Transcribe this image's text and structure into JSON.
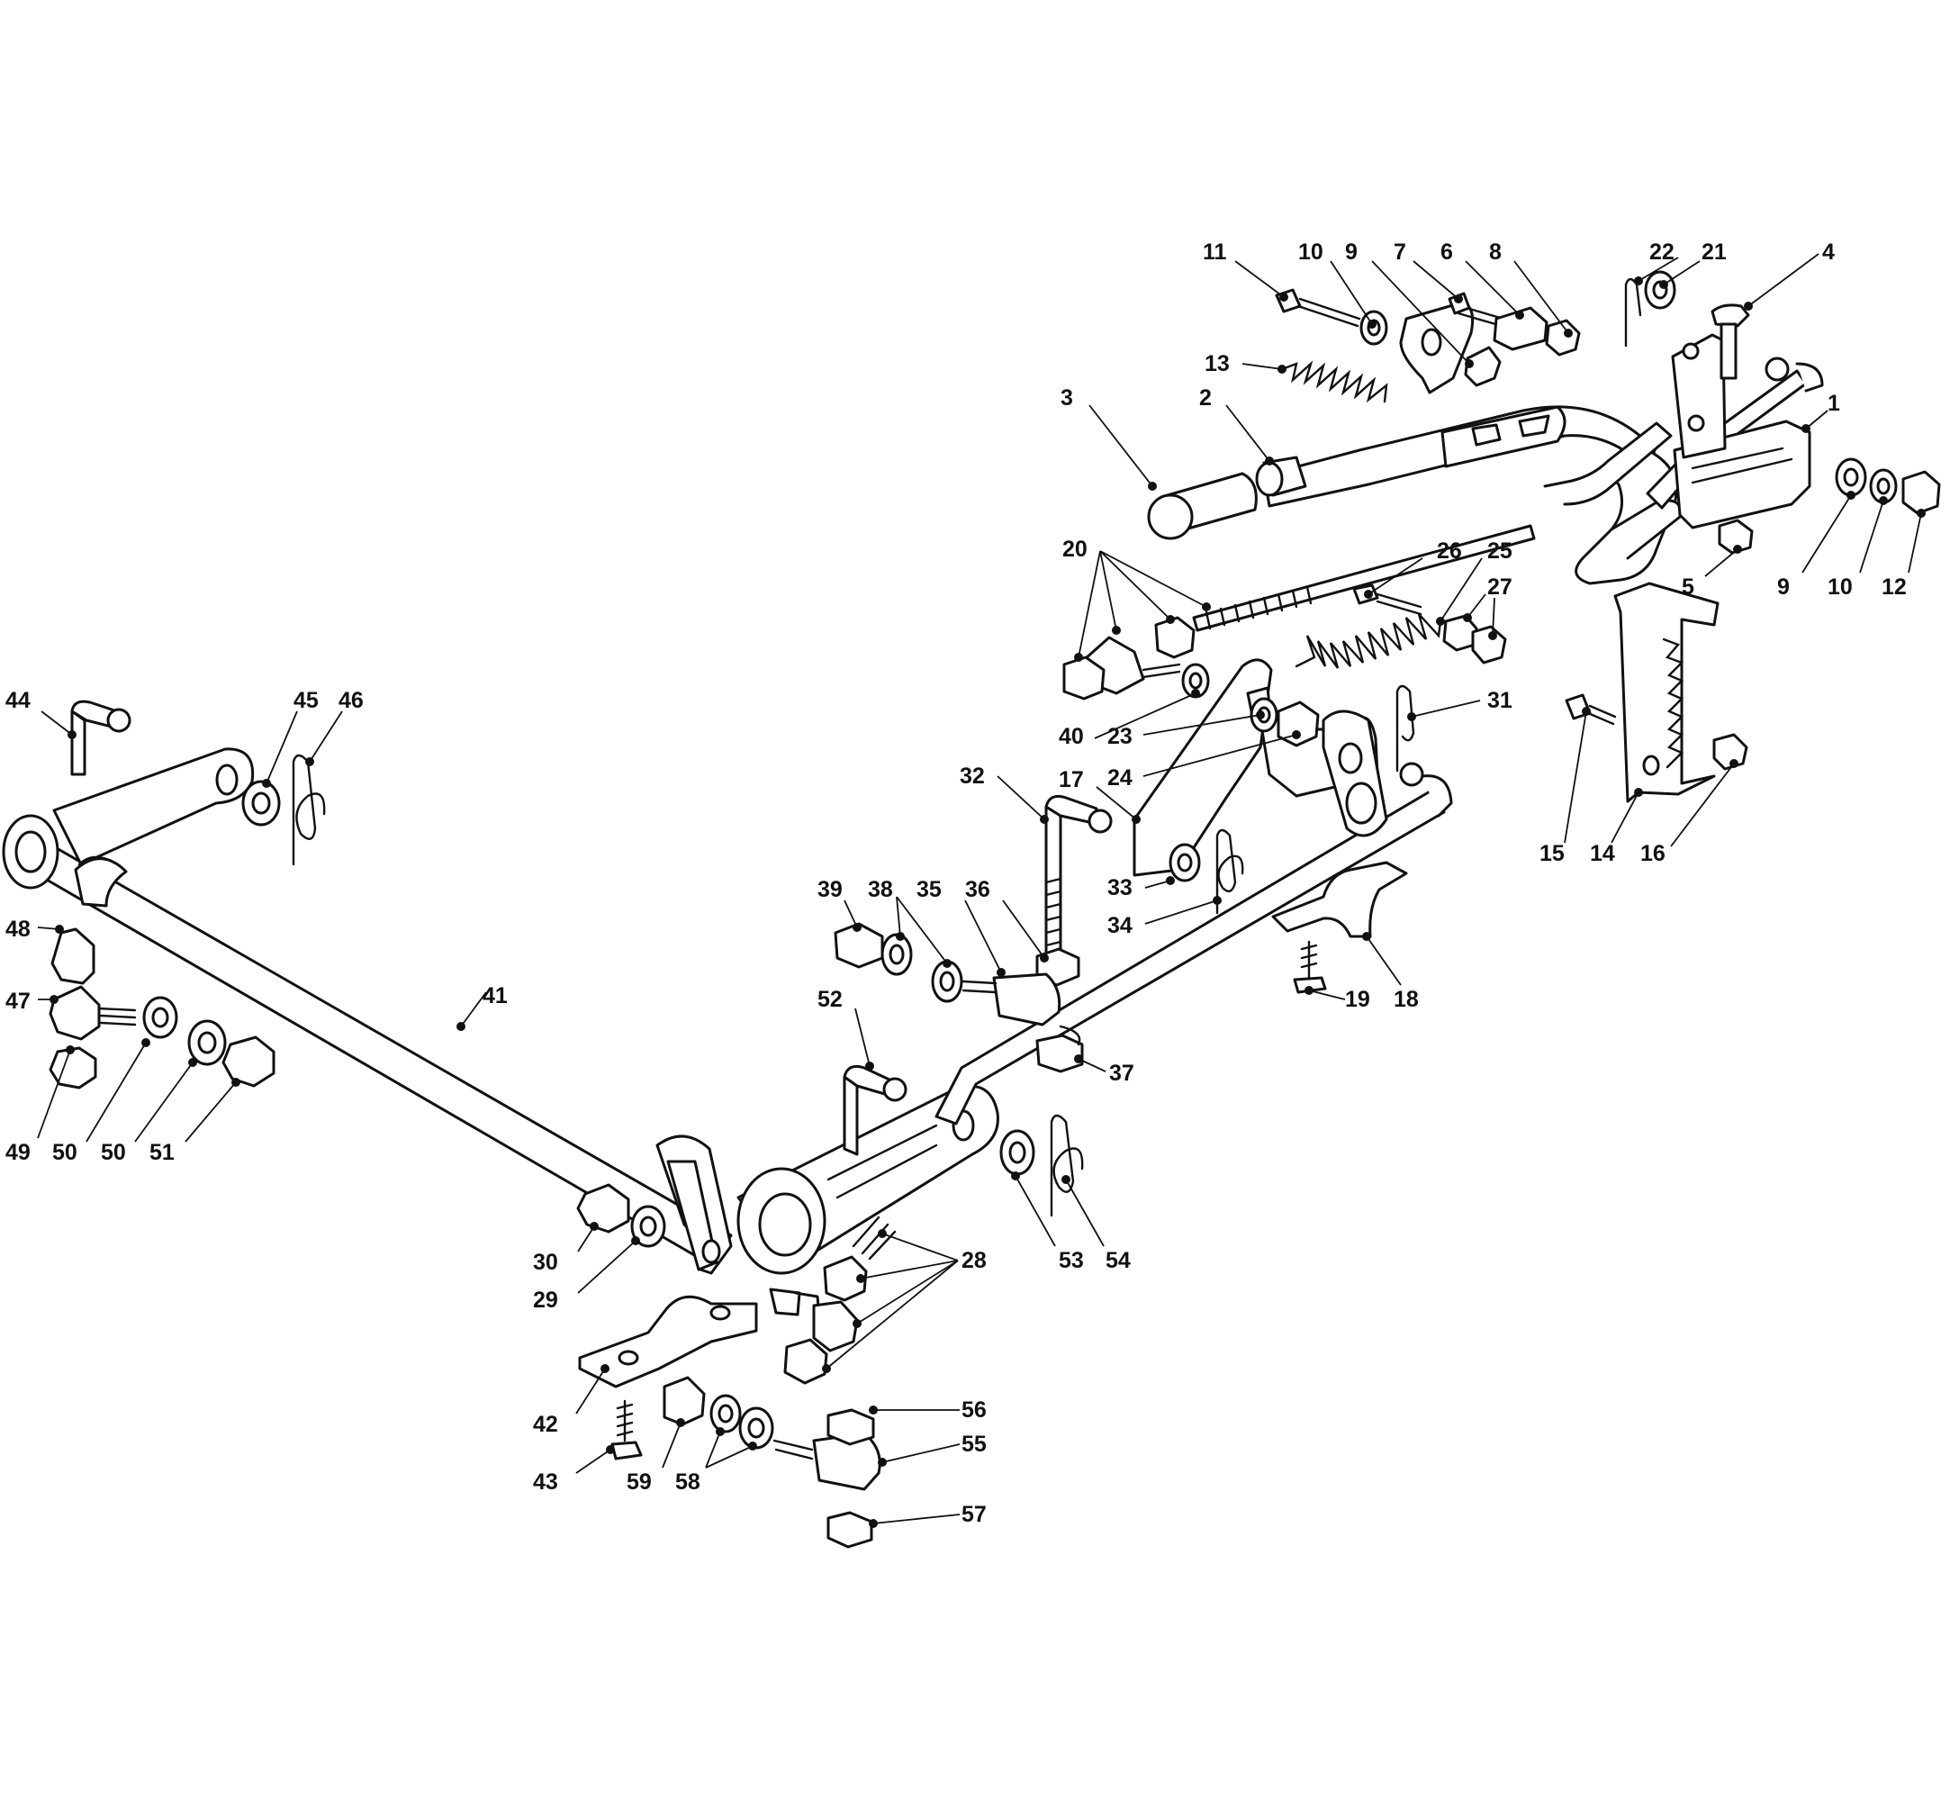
{
  "callouts": [
    {
      "id": "c1",
      "label": "1"
    },
    {
      "id": "c2",
      "label": "2"
    },
    {
      "id": "c3",
      "label": "3"
    },
    {
      "id": "c4",
      "label": "4"
    },
    {
      "id": "c5",
      "label": "5"
    },
    {
      "id": "c6",
      "label": "6"
    },
    {
      "id": "c7",
      "label": "7"
    },
    {
      "id": "c8",
      "label": "8"
    },
    {
      "id": "c9a",
      "label": "9"
    },
    {
      "id": "c9b",
      "label": "9"
    },
    {
      "id": "c10a",
      "label": "10"
    },
    {
      "id": "c10b",
      "label": "10"
    },
    {
      "id": "c11",
      "label": "11"
    },
    {
      "id": "c12",
      "label": "12"
    },
    {
      "id": "c13",
      "label": "13"
    },
    {
      "id": "c14",
      "label": "14"
    },
    {
      "id": "c15",
      "label": "15"
    },
    {
      "id": "c16",
      "label": "16"
    },
    {
      "id": "c17",
      "label": "17"
    },
    {
      "id": "c18",
      "label": "18"
    },
    {
      "id": "c19",
      "label": "19"
    },
    {
      "id": "c20",
      "label": "20"
    },
    {
      "id": "c21",
      "label": "21"
    },
    {
      "id": "c22",
      "label": "22"
    },
    {
      "id": "c23",
      "label": "23"
    },
    {
      "id": "c24",
      "label": "24"
    },
    {
      "id": "c25",
      "label": "25"
    },
    {
      "id": "c26",
      "label": "26"
    },
    {
      "id": "c27",
      "label": "27"
    },
    {
      "id": "c28",
      "label": "28"
    },
    {
      "id": "c29",
      "label": "29"
    },
    {
      "id": "c30",
      "label": "30"
    },
    {
      "id": "c31",
      "label": "31"
    },
    {
      "id": "c32",
      "label": "32"
    },
    {
      "id": "c33",
      "label": "33"
    },
    {
      "id": "c34",
      "label": "34"
    },
    {
      "id": "c35",
      "label": "35"
    },
    {
      "id": "c36",
      "label": "36"
    },
    {
      "id": "c37",
      "label": "37"
    },
    {
      "id": "c38",
      "label": "38"
    },
    {
      "id": "c39",
      "label": "39"
    },
    {
      "id": "c40",
      "label": "40"
    },
    {
      "id": "c41",
      "label": "41"
    },
    {
      "id": "c42",
      "label": "42"
    },
    {
      "id": "c43",
      "label": "43"
    },
    {
      "id": "c44",
      "label": "44"
    },
    {
      "id": "c45",
      "label": "45"
    },
    {
      "id": "c46",
      "label": "46"
    },
    {
      "id": "c47",
      "label": "47"
    },
    {
      "id": "c48",
      "label": "48"
    },
    {
      "id": "c49",
      "label": "49"
    },
    {
      "id": "c50a",
      "label": "50"
    },
    {
      "id": "c50b",
      "label": "50"
    },
    {
      "id": "c51",
      "label": "51"
    },
    {
      "id": "c52",
      "label": "52"
    },
    {
      "id": "c53",
      "label": "53"
    },
    {
      "id": "c54",
      "label": "54"
    },
    {
      "id": "c55",
      "label": "55"
    },
    {
      "id": "c56",
      "label": "56"
    },
    {
      "id": "c57",
      "label": "57"
    },
    {
      "id": "c58",
      "label": "58"
    },
    {
      "id": "c59",
      "label": "59"
    }
  ]
}
